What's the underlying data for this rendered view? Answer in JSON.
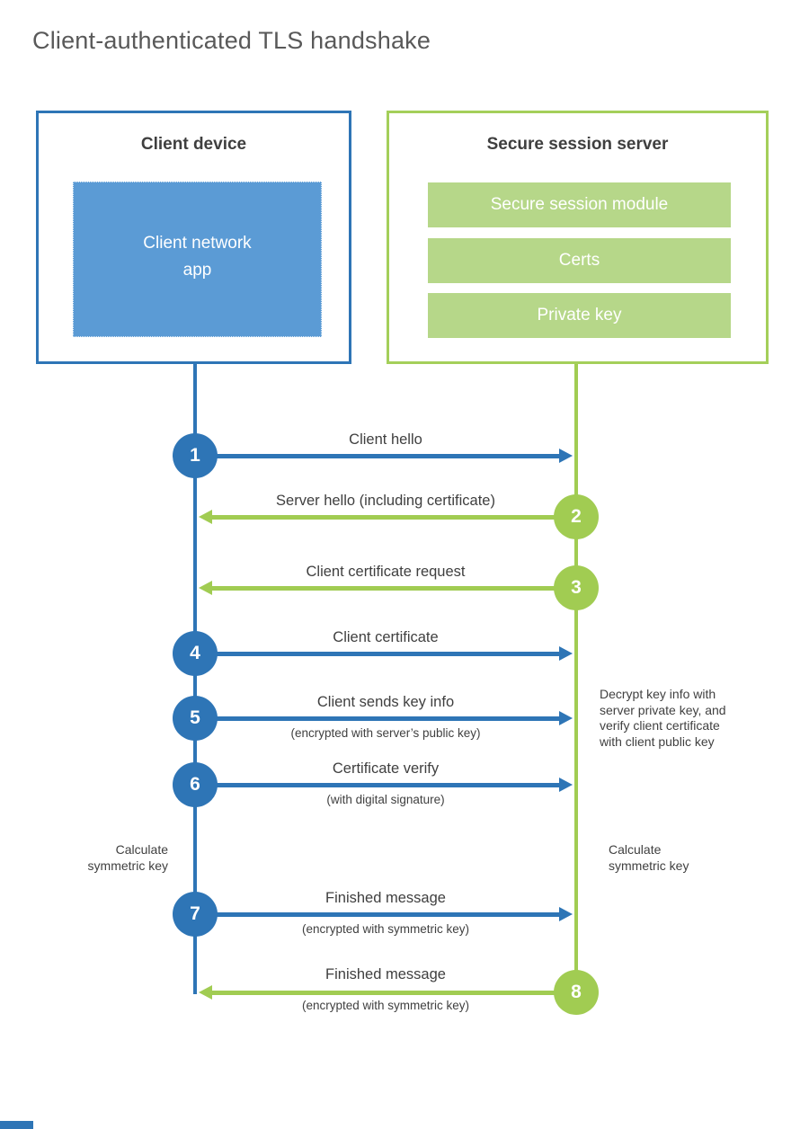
{
  "title": "Client-authenticated TLS handshake",
  "colors": {
    "blue": "#2e75b6",
    "light_blue": "#5b9bd5",
    "green": "#a1cc52",
    "light_green": "#b6d789",
    "text": "#404040",
    "title_text": "#595959"
  },
  "client": {
    "title": "Client device",
    "app_label": "Client network\napp"
  },
  "server": {
    "title": "Secure session server",
    "modules": [
      "Secure session module",
      "Certs",
      "Private key"
    ]
  },
  "steps": [
    {
      "num": "1",
      "label": "Client hello",
      "sub": "",
      "direction": "right",
      "color": "blue"
    },
    {
      "num": "2",
      "label": "Server hello (including certificate)",
      "sub": "",
      "direction": "left",
      "color": "green"
    },
    {
      "num": "3",
      "label": "Client certificate request",
      "sub": "",
      "direction": "left",
      "color": "green"
    },
    {
      "num": "4",
      "label": "Client certificate",
      "sub": "",
      "direction": "right",
      "color": "blue"
    },
    {
      "num": "5",
      "label": "Client sends key info",
      "sub": "(encrypted with server’s public key)",
      "direction": "right",
      "color": "blue"
    },
    {
      "num": "6",
      "label": "Certificate verify",
      "sub": "(with digital signature)",
      "direction": "right",
      "color": "blue"
    },
    {
      "num": "7",
      "label": "Finished message",
      "sub": "(encrypted with symmetric key)",
      "direction": "right",
      "color": "blue"
    },
    {
      "num": "8",
      "label": "Finished message",
      "sub": "(encrypted with symmetric key)",
      "direction": "left",
      "color": "green"
    }
  ],
  "annotations": {
    "server_note": "Decrypt key info with\nserver private key, and\nverify client certificate\nwith client public key",
    "calc_left": "Calculate\nsymmetric key",
    "calc_right": "Calculate\nsymmetric key"
  }
}
